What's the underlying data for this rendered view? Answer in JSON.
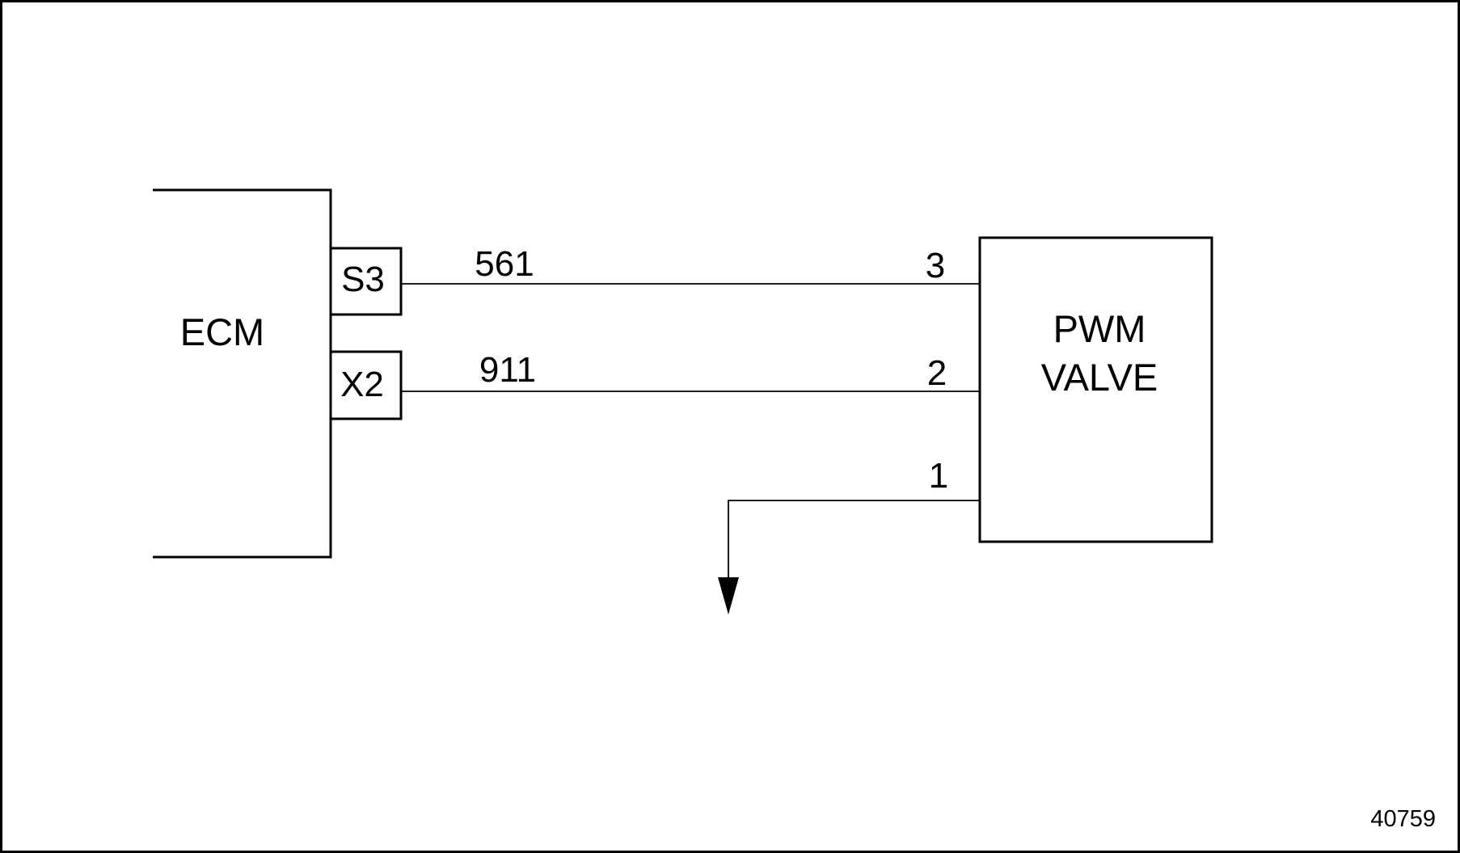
{
  "ecm": {
    "label": "ECM"
  },
  "valve": {
    "label_line1": "PWM",
    "label_line2": "VALVE"
  },
  "connectors": [
    {
      "cavity": "S3",
      "wire": "561",
      "pin": "3"
    },
    {
      "cavity": "X2",
      "wire": "911",
      "pin": "2"
    }
  ],
  "ground": {
    "pin": "1"
  },
  "figure_id": "40759",
  "colors": {
    "line": "#000000",
    "background": "#ffffff"
  }
}
